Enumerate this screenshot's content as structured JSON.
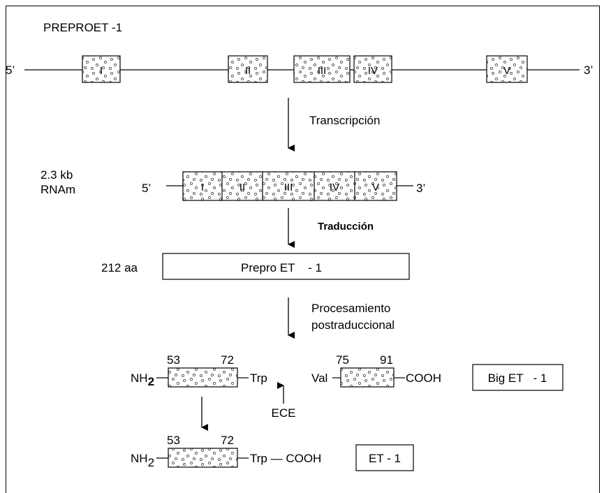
{
  "gene": {
    "title": "PREPROET   -1",
    "five_prime": "5’",
    "three_prime": "3’",
    "exons": [
      "I",
      "II",
      "III",
      "IV",
      "V"
    ]
  },
  "step1": {
    "label": "Transcripción"
  },
  "mrna": {
    "size": "2.3 kb",
    "name": "RNAm",
    "five_prime": "5’",
    "three_prime": "3’",
    "exons": [
      "I",
      "II",
      "III",
      "IV",
      "V"
    ]
  },
  "step2": {
    "label": "Traducción"
  },
  "prepro": {
    "length": "212 aa",
    "label": "Prepro ET    - 1"
  },
  "step3": {
    "line1": "Procesamiento",
    "line2": "postraduccional"
  },
  "big_et": {
    "nh": "NH",
    "sub": "2",
    "pos_start": "53",
    "pos_end": "72",
    "trp": "Trp",
    "val": "Val",
    "pos_start2": "75",
    "pos_end2": "91",
    "cooh": "COOH",
    "label": "Big ET   - 1",
    "enzyme": "ECE"
  },
  "et1": {
    "nh": "NH",
    "sub": "2",
    "pos_start": "53",
    "pos_end": "72",
    "trp_cooh": "Trp — COOH",
    "label": "ET - 1"
  }
}
